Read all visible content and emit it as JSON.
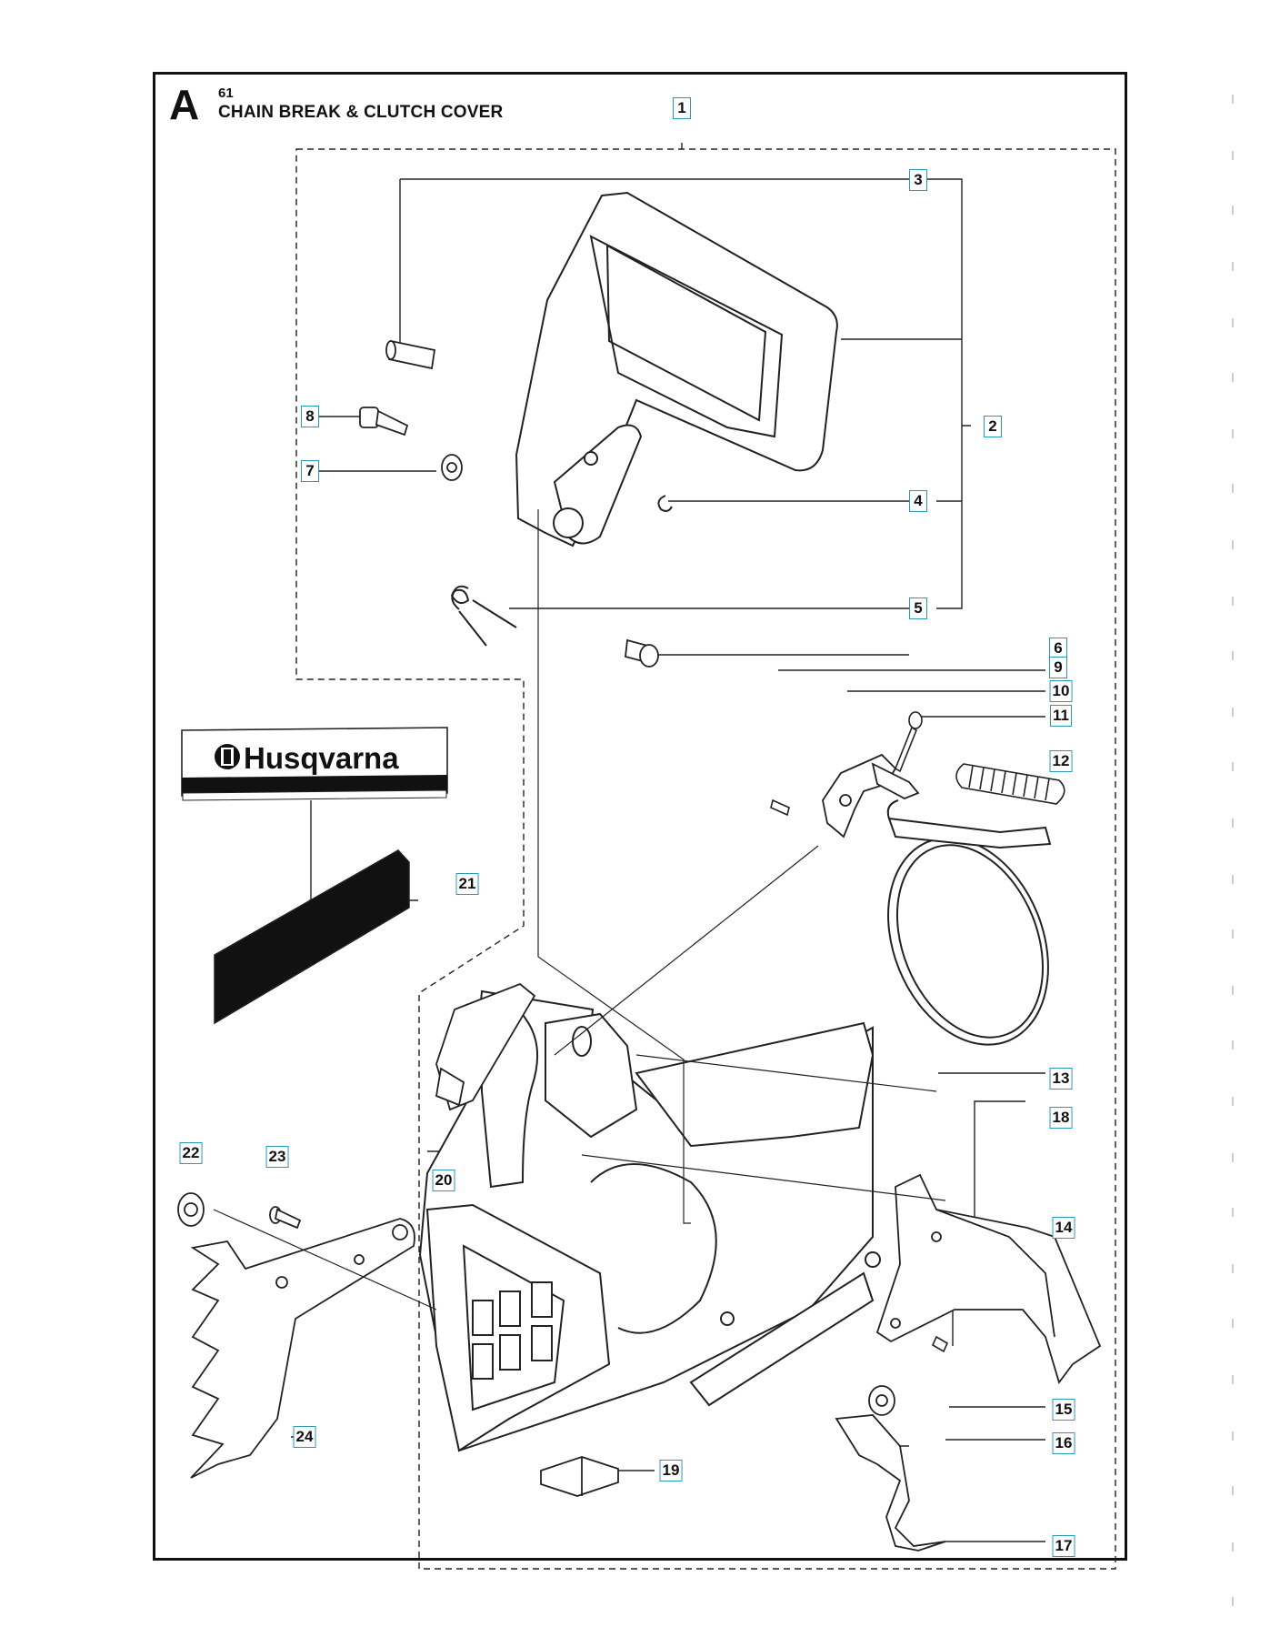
{
  "header": {
    "section_letter": "A",
    "section_number": "61",
    "title": "CHAIN BREAK & CLUTCH COVER"
  },
  "decal": {
    "brand": "Husqvarna"
  },
  "callouts": [
    {
      "id": "1"
    },
    {
      "id": "2"
    },
    {
      "id": "3"
    },
    {
      "id": "4"
    },
    {
      "id": "5"
    },
    {
      "id": "6"
    },
    {
      "id": "7"
    },
    {
      "id": "8"
    },
    {
      "id": "9"
    },
    {
      "id": "10"
    },
    {
      "id": "11"
    },
    {
      "id": "12"
    },
    {
      "id": "13"
    },
    {
      "id": "14"
    },
    {
      "id": "15"
    },
    {
      "id": "16"
    },
    {
      "id": "17"
    },
    {
      "id": "18"
    },
    {
      "id": "19"
    },
    {
      "id": "20"
    },
    {
      "id": "21"
    },
    {
      "id": "22"
    },
    {
      "id": "23"
    },
    {
      "id": "24"
    }
  ],
  "colors": {
    "frame": "#111111",
    "line": "#222222",
    "callout_border": "#2a98b8",
    "decal_black": "#111111"
  }
}
